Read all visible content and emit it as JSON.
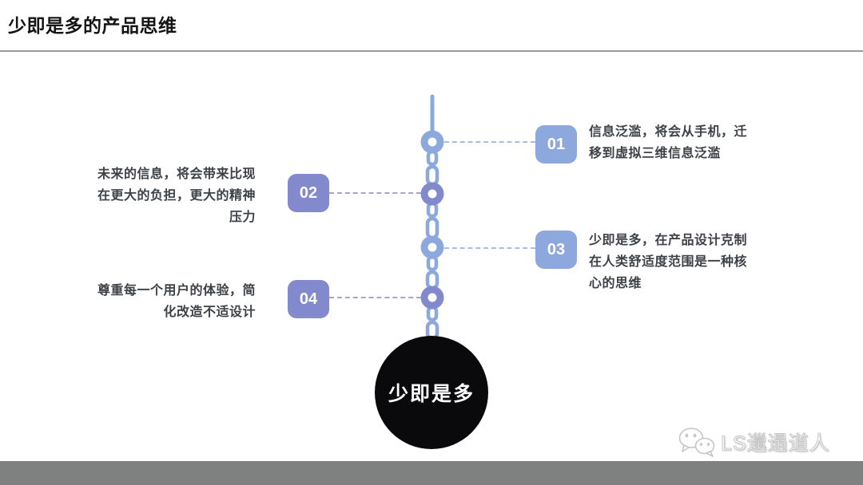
{
  "slide": {
    "title": "少即是多的产品思维",
    "center_label": "少即是多"
  },
  "timeline": {
    "items": [
      {
        "number": "01",
        "side": "right",
        "lines": [
          "信息泛滥，将会从手机，迁",
          "移到虚拟三维信息泛滥"
        ],
        "accent": "#8da8dc"
      },
      {
        "number": "02",
        "side": "left",
        "lines": [
          "未来的信息，将会带来比现",
          "在更大的负担，更大的精神",
          "压力"
        ],
        "accent": "#8289cc"
      },
      {
        "number": "03",
        "side": "right",
        "lines": [
          "少即是多，在产品设计克制",
          "在人类舒适度范围是一种核",
          "心的思维"
        ],
        "accent": "#8da8dc"
      },
      {
        "number": "04",
        "side": "left",
        "lines": [
          "尊重每一个用户的体验，简",
          "化改造不适设计"
        ],
        "accent": "#8289cc"
      }
    ]
  },
  "watermark": {
    "label": "LS邋遢道人",
    "icon": "wechat-chat-bubbles-icon"
  },
  "colors": {
    "blue": "#8da8dc",
    "purple": "#8289cc",
    "text": "#3d4247",
    "title": "#141414",
    "divider": "#9a9a9a",
    "bar": "#7f8080",
    "circle": "#0a0a0c"
  }
}
